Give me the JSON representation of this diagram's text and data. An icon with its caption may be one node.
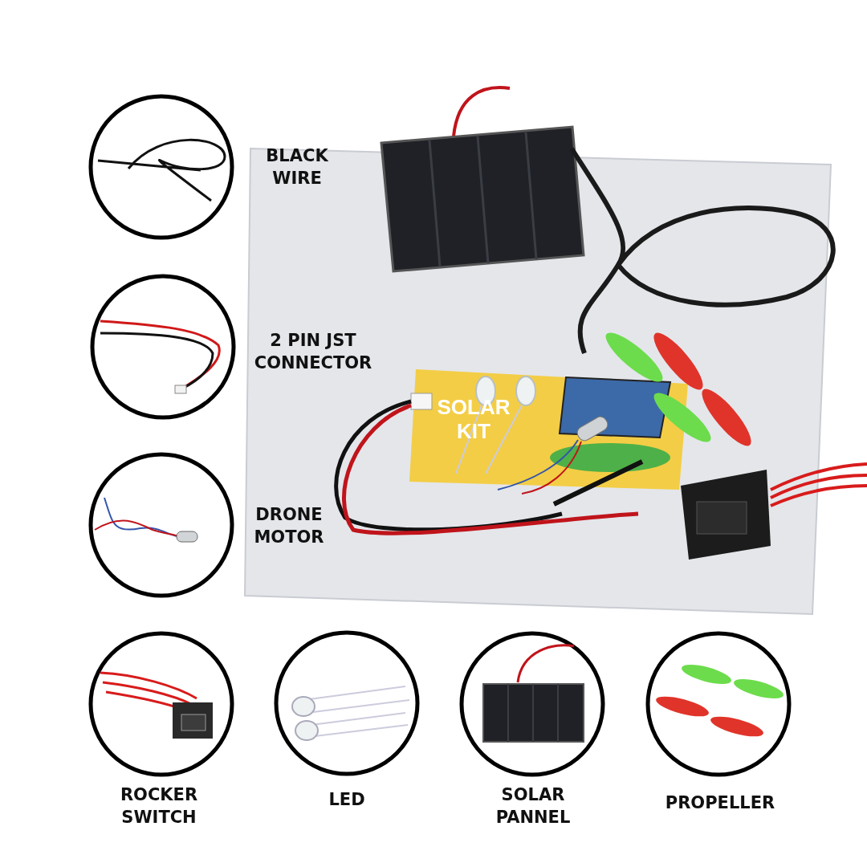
{
  "diagram": {
    "labels": [
      "BLACK WIRE",
      "2 PIN JST CONNECTOR",
      "SOLAR KIT",
      "DRONE MOTOR",
      "ROCKER SWITCH",
      "LED",
      "SOLAR PANNEL",
      "PROPELLER"
    ]
  }
}
